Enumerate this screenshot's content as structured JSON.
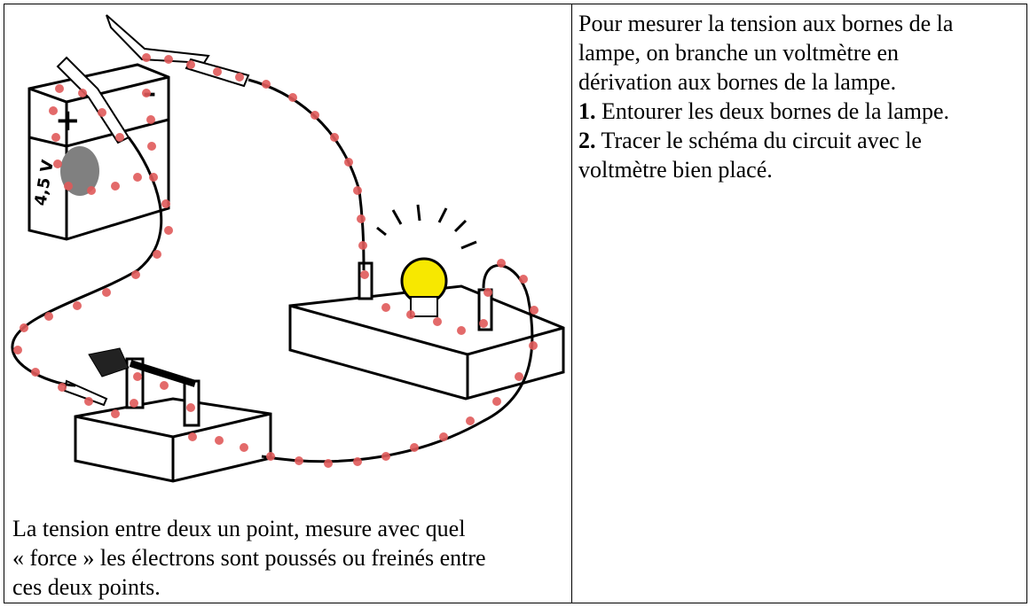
{
  "intro_lines": [
    "Pour mesurer la tension aux bornes de la",
    "lampe, on branche un voltmètre en",
    "dérivation aux bornes de la lampe."
  ],
  "questions": [
    {
      "number": "1.",
      "lines": [
        "Entourer les deux bornes de la lampe."
      ]
    },
    {
      "number": "2.",
      "lines": [
        "Tracer le schéma du circuit avec le",
        "voltmètre bien placé."
      ]
    }
  ],
  "caption_lines": [
    "La tension entre deux un point, mesure avec quel",
    "« force » les électrons sont poussés ou freinés entre",
    "ces deux points."
  ],
  "illustration": {
    "battery_voltage": "4,5 V",
    "battery_plus": "+",
    "battery_minus": "–",
    "wire_color": "#000000",
    "electron_dot_color": "#e05a5a",
    "lamp_color": "#f7e800",
    "smudge_color": "#7f7f7f"
  }
}
